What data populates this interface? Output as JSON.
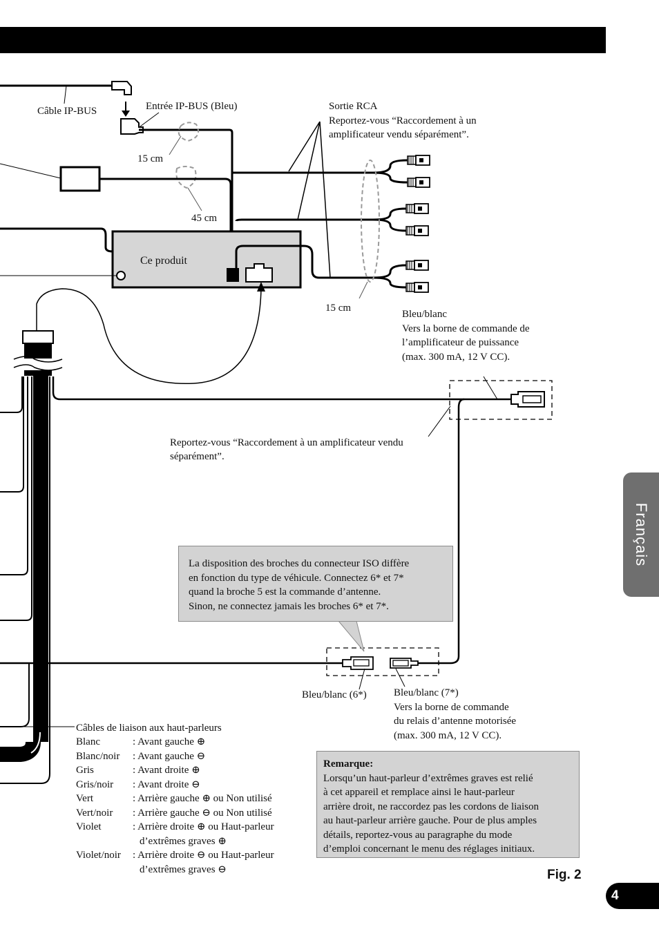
{
  "labels": {
    "ipbus_cable": "Câble IP-BUS",
    "ipbus_input": "Entrée IP-BUS (Bleu)",
    "rca_output_title": "Sortie RCA",
    "rca_output_desc_1": "Reportez-vous “Raccordement à un",
    "rca_output_desc_2": "amplificateur vendu séparément”.",
    "len_15cm_a": "15 cm",
    "len_45cm": "45 cm",
    "len_15cm_b": "15 cm",
    "product": "Ce produit",
    "bluewhite_title": "Bleu/blanc",
    "bluewhite_desc_1": "Vers la borne de commande de",
    "bluewhite_desc_2": "l’amplificateur de puissance",
    "bluewhite_desc_3": "(max. 300 mA, 12 V CC).",
    "amp_ref_1": "Reportez-vous “Raccordement à un amplificateur vendu",
    "amp_ref_2": "séparément”.",
    "pin6": "Bleu/blanc (6*)",
    "pin7_title": "Bleu/blanc (7*)",
    "pin7_desc_1": "Vers la borne de commande",
    "pin7_desc_2": "du relais d’antenne motorisée",
    "pin7_desc_3": "(max. 300 mA, 12 V CC)."
  },
  "iso_note": [
    "La disposition des broches du connecteur ISO diffère",
    "en fonction du type de véhicule. Connectez 6* et 7*",
    "quand la broche 5 est la commande d’antenne.",
    "Sinon, ne connectez jamais les broches 6* et 7*."
  ],
  "speaker_legend": {
    "title": "Câbles de liaison aux haut-parleurs",
    "rows": [
      {
        "color": "Blanc",
        "desc": ": Avant gauche ⊕"
      },
      {
        "color": "Blanc/noir",
        "desc": ": Avant gauche ⊖"
      },
      {
        "color": "Gris",
        "desc": ": Avant droite ⊕"
      },
      {
        "color": "Gris/noir",
        "desc": ": Avant droite ⊖"
      },
      {
        "color": "Vert",
        "desc": ": Arrière gauche ⊕ ou Non utilisé"
      },
      {
        "color": "Vert/noir",
        "desc": ": Arrière gauche ⊖ ou Non utilisé"
      },
      {
        "color": "Violet",
        "desc": ": Arrière droite ⊕ ou Haut-parleur"
      },
      {
        "color": "",
        "desc": "d’extrêmes graves ⊕"
      },
      {
        "color": "Violet/noir",
        "desc": ": Arrière droite ⊖ ou Haut-parleur"
      },
      {
        "color": "",
        "desc": "d’extrêmes graves ⊖"
      }
    ]
  },
  "remark": {
    "title": "Remarque:",
    "lines": [
      "Lorsqu’un haut-parleur d’extrêmes graves est relié",
      "à cet appareil et remplace ainsi le haut-parleur",
      "arrière droit, ne raccordez pas les cordons de liaison",
      "au haut-parleur arrière gauche. Pour de plus amples",
      "détails, reportez-vous au paragraphe du mode",
      "d’emploi concernant le menu des réglages initiaux."
    ]
  },
  "language_tab": "Français",
  "figure_label": "Fig. 2",
  "page_number": "4",
  "colors": {
    "tab_gray": "#6f6f6f",
    "box_gray": "#d3d3d3",
    "product_gray": "#d6d6d6"
  }
}
